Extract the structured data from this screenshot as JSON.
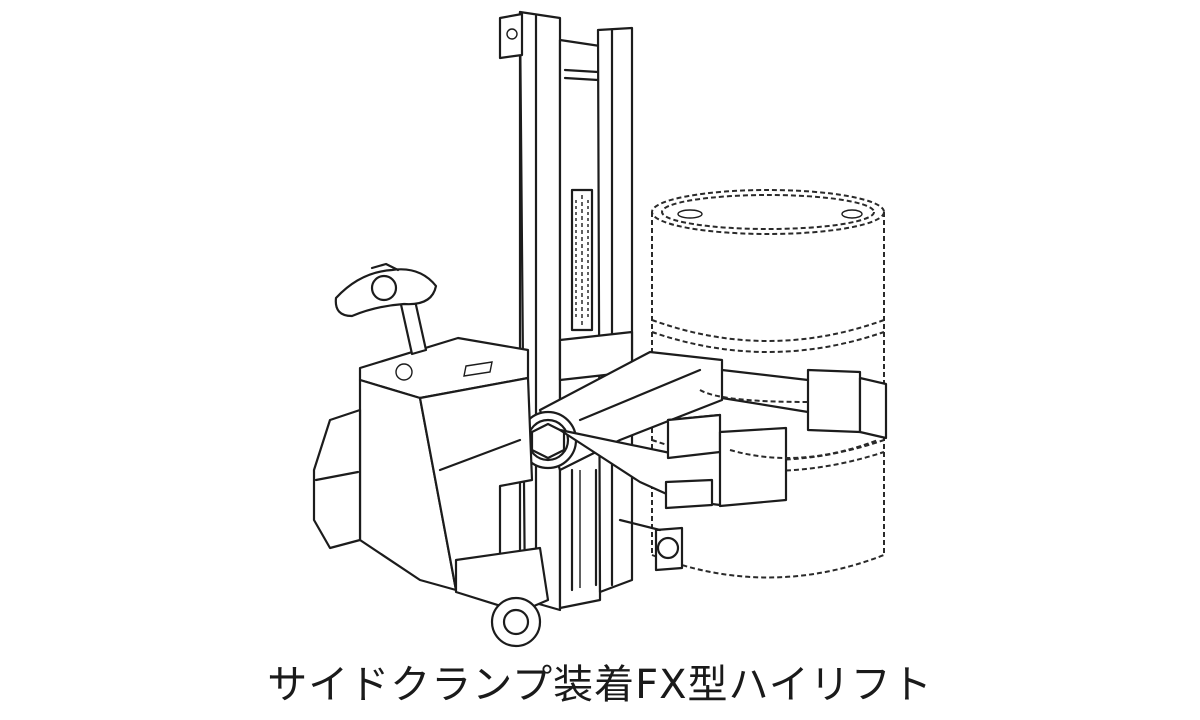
{
  "caption": "サイドクランプ装着FX型ハイリフト",
  "illustration": {
    "subject": "high-lift forklift with side clamp holding a drum",
    "style": "black line drawing on white"
  }
}
